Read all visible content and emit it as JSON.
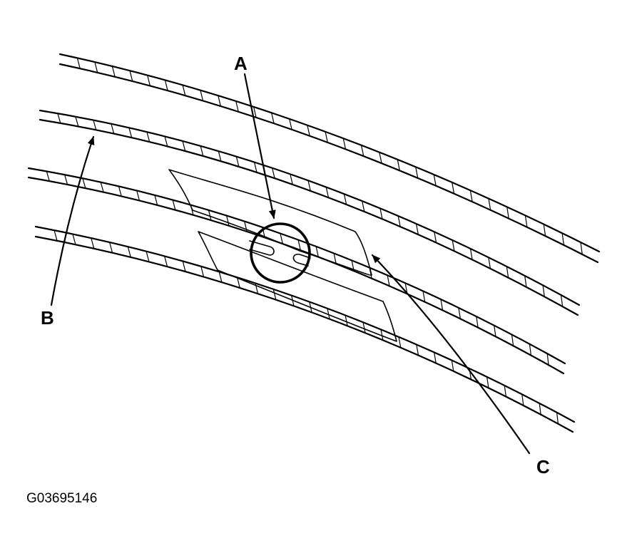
{
  "callouts": {
    "a": "A",
    "b": "B",
    "c": "C"
  },
  "figure_code": "G03695146",
  "line_color": "#000000",
  "background_color": "#ffffff"
}
